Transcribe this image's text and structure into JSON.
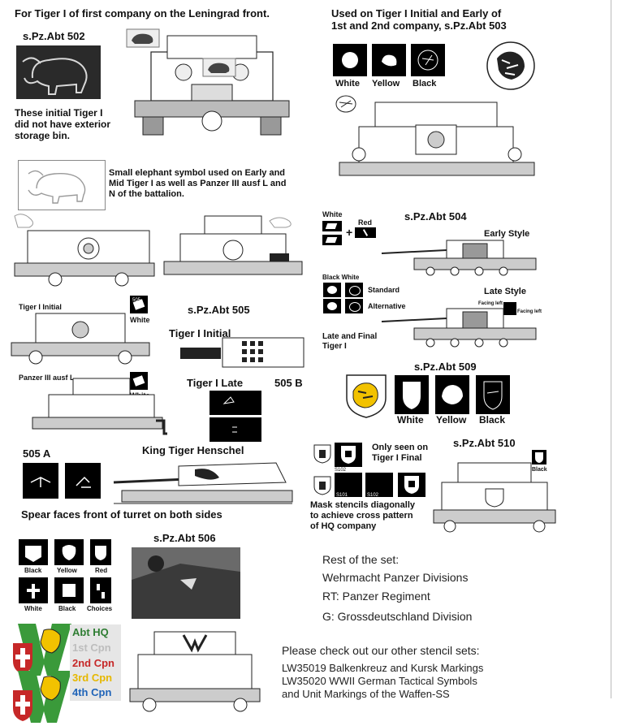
{
  "s502": {
    "heading": "For Tiger I of first company on the Leningrad front.",
    "unit": "s.Pz.Abt 502",
    "note1": [
      "These initial Tiger I",
      "did not have exterior",
      "storage bin."
    ],
    "note2": [
      "Small elephant symbol used on Early and",
      "Mid Tiger I as well as Panzer III ausf L and",
      "N of the battalion."
    ]
  },
  "s503": {
    "heading": [
      "Used on Tiger I Initial and Early of",
      "1st and 2nd company, s.Pz.Abt 503"
    ],
    "swatches": [
      "White",
      "Yellow",
      "Black"
    ]
  },
  "s504": {
    "unit": "s.Pz.Abt 504",
    "white": "White",
    "red": "Red",
    "early": "Early Style",
    "late": "Late Style",
    "blackwhite": "Black White",
    "standard": "Standard",
    "alternative": "Alternative",
    "lateFinal": [
      "Late and Final",
      "Tiger I"
    ],
    "facingLeft1": "Facing left",
    "facingLeft2": "Facing left"
  },
  "s505": {
    "unit": "s.Pz.Abt 505",
    "tigerInitialSmall": "Tiger I Initial",
    "white1": "White",
    "panzerIII": "Panzer III ausf L",
    "white2": "White",
    "tigerInitial": "Tiger I Initial",
    "tigerLate": "Tiger I Late",
    "b505": "505 B",
    "a505": "505 A",
    "kingTiger": "King Tiger Henschel",
    "spear": "Spear faces front of turret on both sides",
    "tinyNum": "505"
  },
  "s506": {
    "unit": "s.Pz.Abt 506",
    "row1": [
      "Black",
      "Yellow",
      "Red"
    ],
    "row2": [
      "White",
      "Black",
      "Choices"
    ],
    "hq": [
      {
        "label": "Abt HQ",
        "color": "#2e7d32"
      },
      {
        "label": "1st Cpn",
        "color": "#bdbdbd"
      },
      {
        "label": "2nd Cpn",
        "color": "#c62828"
      },
      {
        "label": "3rd Cpn",
        "color": "#e6b800"
      },
      {
        "label": "4th Cpn",
        "color": "#1e63b8"
      }
    ]
  },
  "s509": {
    "unit": "s.Pz.Abt 509",
    "swatches": [
      "White",
      "Yellow",
      "Black"
    ]
  },
  "s510": {
    "unit": "s.Pz.Abt 510",
    "only": [
      "Only seen on",
      "Tiger I Final"
    ],
    "mask": [
      "Mask stencils diagonally",
      "to achieve cross pattern",
      "of HQ company"
    ],
    "black": "Black",
    "nums": [
      "S102",
      "S101",
      "S102"
    ]
  },
  "rest": {
    "heading": "Rest of the set:",
    "items": [
      "Wehrmacht Panzer Divisions",
      "RT: Panzer Regiment",
      "G: Grossdeutschland Division"
    ]
  },
  "other": {
    "heading": "Please check out our other stencil sets:",
    "lines": [
      "LW35019 Balkenkreuz and Kursk Markings",
      "LW35020 WWII German Tactical Symbols",
      "and Unit Markings of the Waffen-SS"
    ]
  }
}
